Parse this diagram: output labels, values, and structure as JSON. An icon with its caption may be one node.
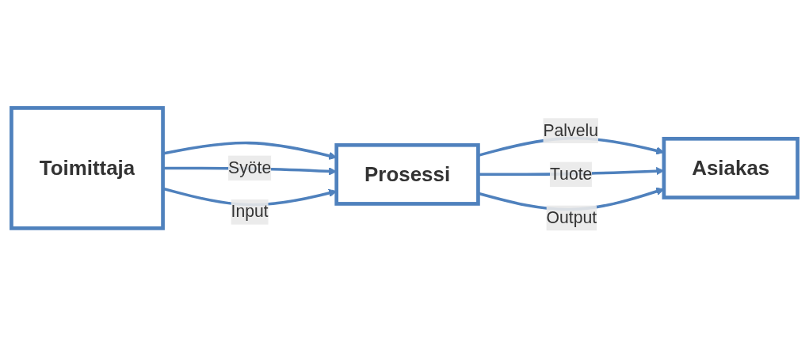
{
  "diagram": {
    "nodes": [
      {
        "text": [
          "Toimittaja"
        ]
      },
      {
        "text": [
          "Prosessi"
        ]
      },
      {
        "text": [
          "Asiakas"
        ]
      }
    ],
    "edges": [
      {
        "from": 0,
        "to": 1,
        "arrow": "to"
      },
      {
        "from": 0,
        "to": 1,
        "arrow": "to",
        "label": "Syöte"
      },
      {
        "from": 0,
        "to": 1,
        "arrow": "to",
        "label": "Input"
      },
      {
        "from": 1,
        "to": 2,
        "arrow": "to",
        "label": "Palvelu"
      },
      {
        "from": 1,
        "to": 2,
        "arrow": "to",
        "label": "Tuote"
      },
      {
        "from": 1,
        "to": 2,
        "arrow": "to",
        "label": "Output"
      }
    ]
  }
}
